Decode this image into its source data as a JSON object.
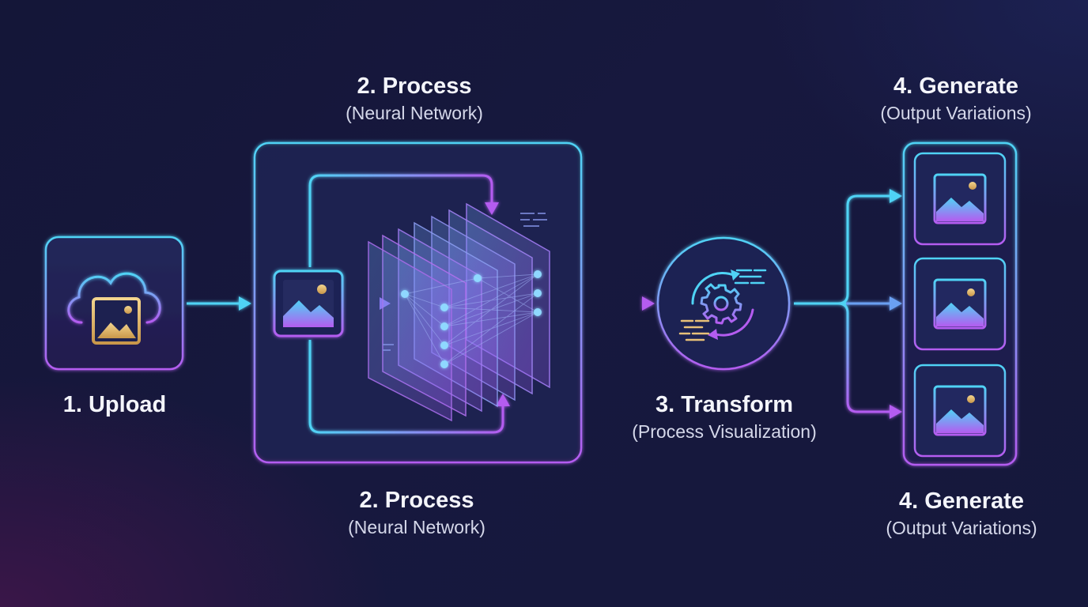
{
  "steps": {
    "upload": {
      "title": "1. Upload"
    },
    "process_top": {
      "title": "2. Process",
      "subtitle": "(Neural Network)"
    },
    "process_bottom": {
      "title": "2. Process",
      "subtitle": "(Neural Network)"
    },
    "transform": {
      "title": "3. Transform",
      "subtitle": "(Process Visualization)"
    },
    "generate_top": {
      "title": "4. Generate",
      "subtitle": "(Output Variations)"
    },
    "generate_bottom": {
      "title": "4. Generate",
      "subtitle": "(Output Variations)"
    }
  },
  "icons": {
    "upload": "cloud-image-icon",
    "process_input": "image-icon",
    "network": "neural-network-layers-icon",
    "transform": "gear-cycle-icon",
    "outputs": [
      "image-icon",
      "image-icon",
      "image-icon"
    ]
  },
  "colors": {
    "cyan": "#4fd1f5",
    "purple": "#a855f7",
    "gold": "#e8c178",
    "background": "#151839"
  }
}
